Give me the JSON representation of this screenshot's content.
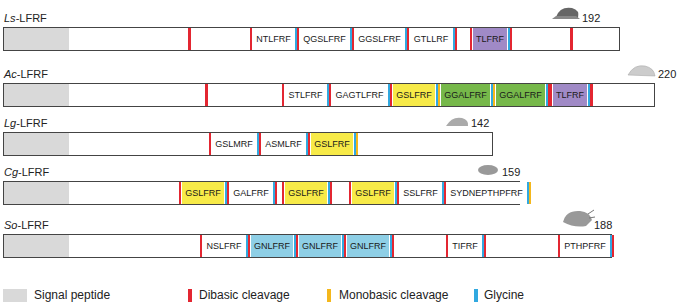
{
  "diagram": {
    "nodes": [
      {
        "text": [
          "Ls-LFRF",
          "192"
        ]
      },
      {
        "text": [
          "NTLFRF"
        ],
        "in": 0
      },
      {
        "text": [
          "QGSLFRF"
        ],
        "in": 0
      },
      {
        "text": [
          "GGSLFRF"
        ],
        "in": 0
      },
      {
        "text": [
          "GTLLRF"
        ],
        "in": 0
      },
      {
        "text": [
          "TLFRF"
        ],
        "in": 0
      },
      {
        "text": [
          "Ac-LFRF",
          "220"
        ]
      },
      {
        "text": [
          "STLFRF"
        ],
        "in": 6
      },
      {
        "text": [
          "GAGTLFRF"
        ],
        "in": 6
      },
      {
        "text": [
          "GSLFRF"
        ],
        "in": 6
      },
      {
        "text": [
          "GGALFRF"
        ],
        "in": 6
      },
      {
        "text": [
          "GGALFRF"
        ],
        "in": 6
      },
      {
        "text": [
          "TLFRF"
        ],
        "in": 6
      },
      {
        "text": [
          "Lg-LFRF",
          "142"
        ]
      },
      {
        "text": [
          "GSLMRF"
        ],
        "in": 13
      },
      {
        "text": [
          "ASMLRF"
        ],
        "in": 13
      },
      {
        "text": [
          "GSLFRF"
        ],
        "in": 13
      },
      {
        "text": [
          "Cg-LFRF",
          "159"
        ]
      },
      {
        "text": [
          "GSLFRF"
        ],
        "in": 17
      },
      {
        "text": [
          "GALFRF"
        ],
        "in": 17
      },
      {
        "text": [
          "GSLFRF"
        ],
        "in": 17
      },
      {
        "text": [
          "GSLFRF"
        ],
        "in": 17
      },
      {
        "text": [
          "SSLFRF"
        ],
        "in": 17
      },
      {
        "text": [
          "SYDNEPTHPFRF"
        ],
        "in": 17
      },
      {
        "text": [
          "So-LFRF",
          "188"
        ]
      },
      {
        "text": [
          "NSLFRF"
        ],
        "in": 24
      },
      {
        "text": [
          "GNLFRF"
        ],
        "in": 24
      },
      {
        "text": [
          "GNLFRF"
        ],
        "in": 24
      },
      {
        "text": [
          "GNLFRF"
        ],
        "in": 24
      },
      {
        "text": [
          "TIFRF"
        ],
        "in": 24
      },
      {
        "text": [
          "PTHPFRF"
        ],
        "in": 24
      }
    ],
    "legend": [
      {
        "text": "Signal peptide",
        "color": "#d9d9d9"
      },
      {
        "text": "Dibasic cleavage",
        "color": "#e32631"
      },
      {
        "text": "Monobasic cleavage",
        "color": "#f4b71c"
      },
      {
        "text": "Glycine",
        "color": "#31a9e0"
      }
    ]
  }
}
